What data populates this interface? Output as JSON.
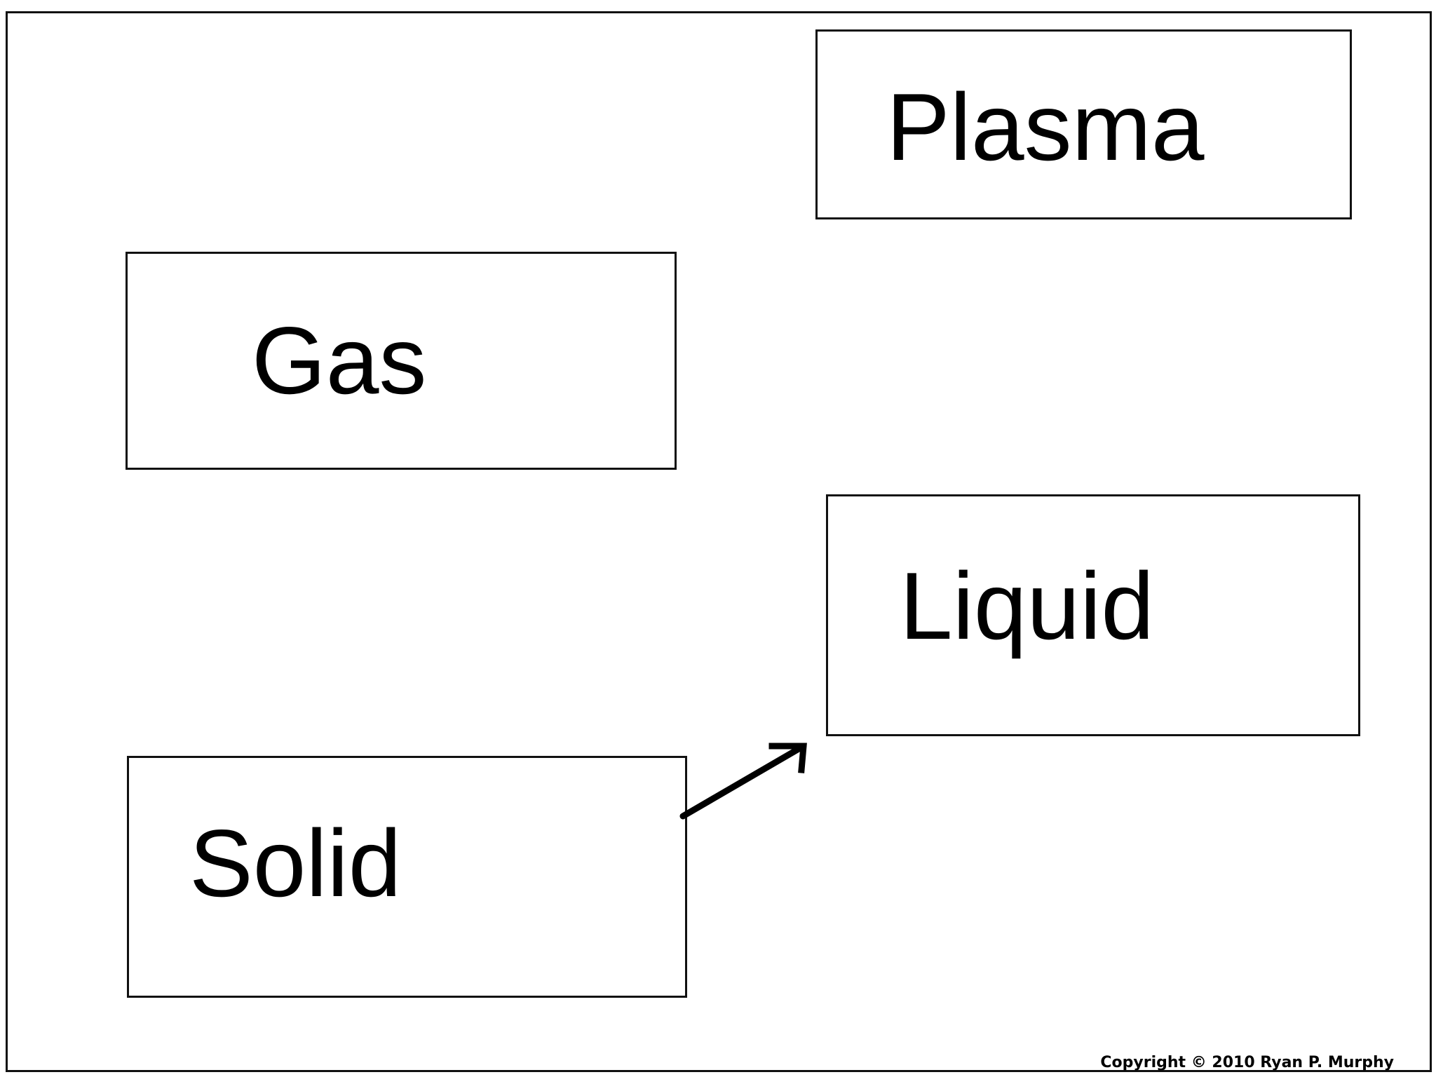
{
  "diagram": {
    "states": [
      {
        "id": "plasma",
        "label": "Plasma"
      },
      {
        "id": "gas",
        "label": "Gas"
      },
      {
        "id": "liquid",
        "label": "Liquid"
      },
      {
        "id": "solid",
        "label": "Solid"
      }
    ],
    "arrows": [
      {
        "from": "solid",
        "to": "liquid"
      }
    ],
    "line_color": "#111111",
    "background_color": "#ffffff"
  },
  "footer": {
    "copyright": "Copyright © 2010 Ryan P. Murphy"
  }
}
